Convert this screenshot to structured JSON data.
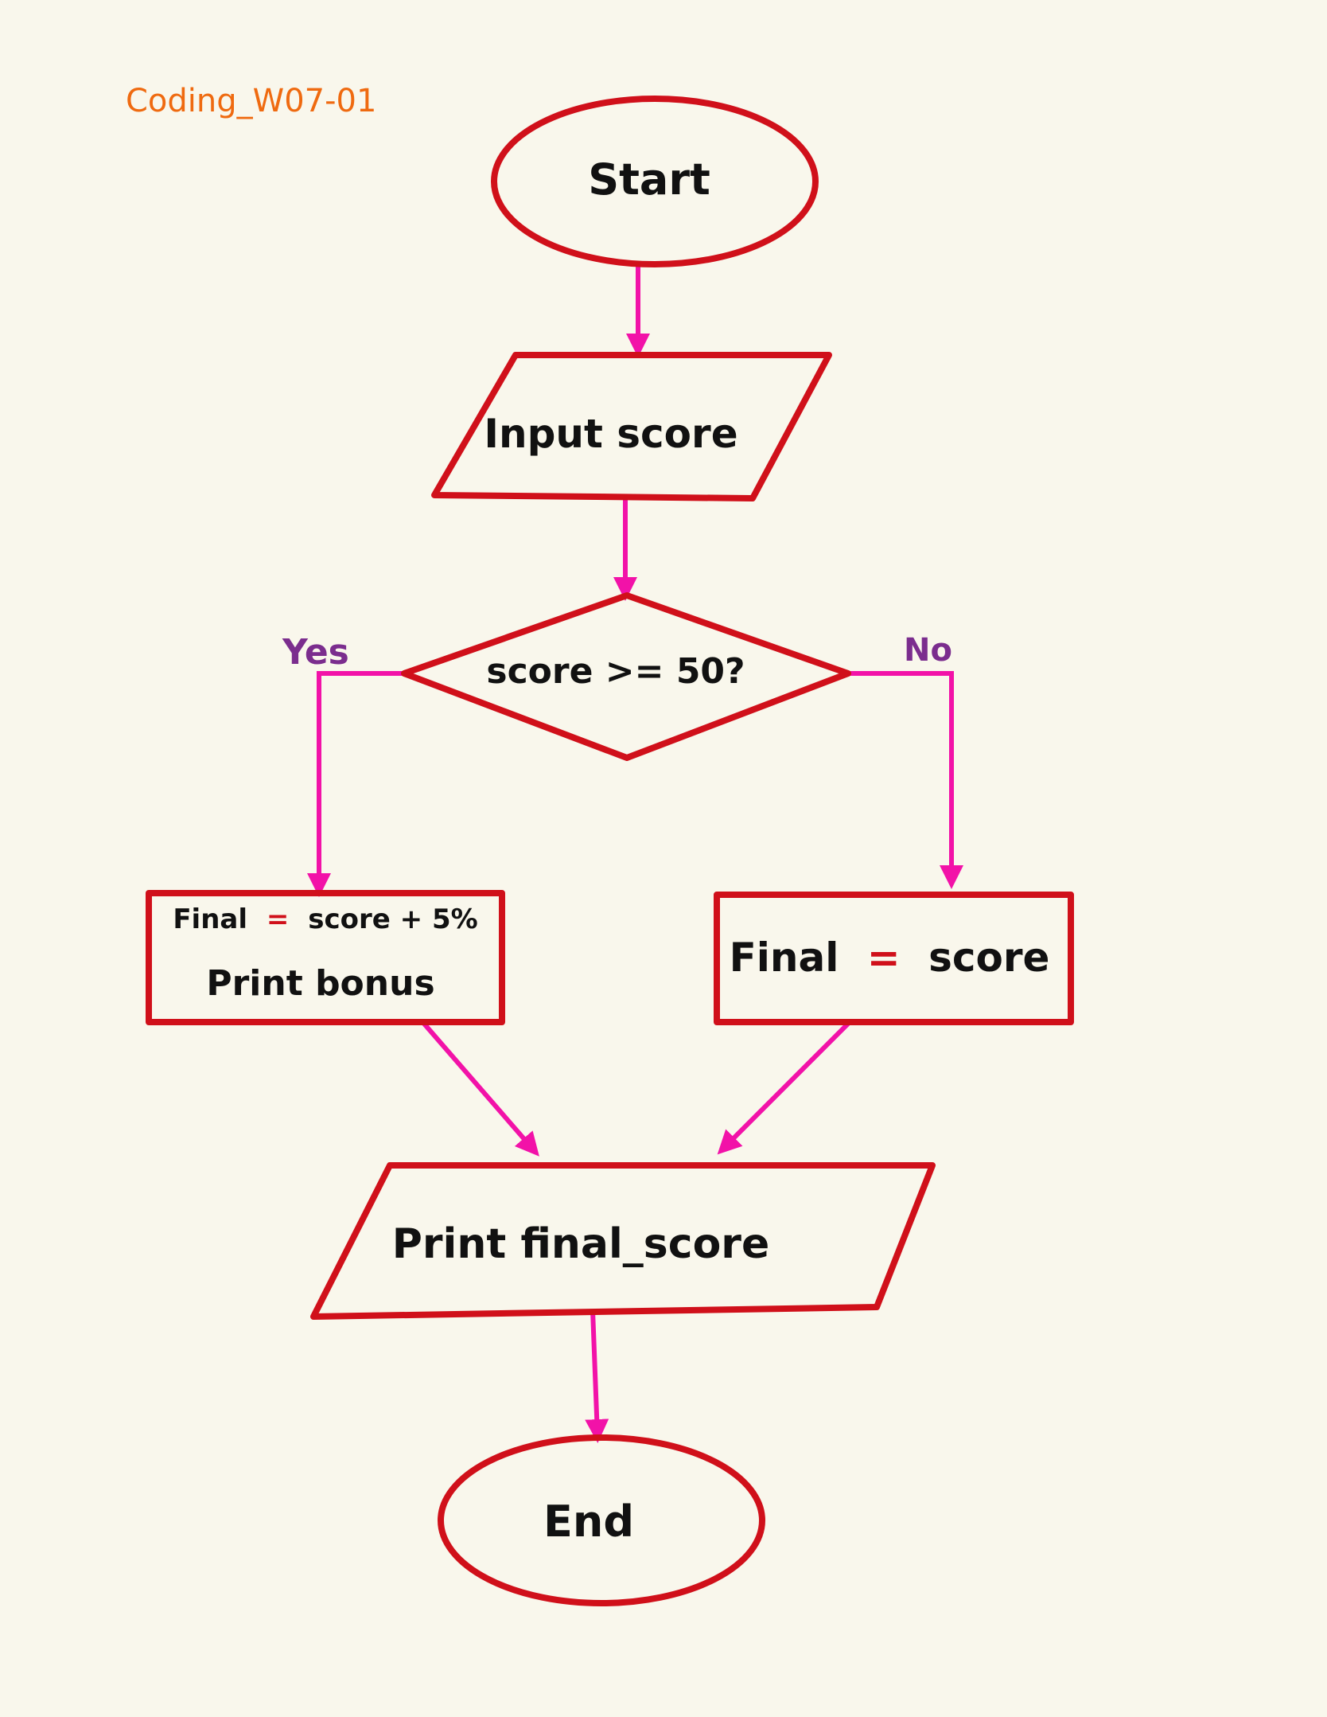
{
  "document": {
    "tag": "Coding_W07-01"
  },
  "colors": {
    "shape_stroke": "#d0101a",
    "arrow": "#f212a8",
    "branch_label": "#7b2d8e",
    "tag": "#ef6a10",
    "text": "#111111",
    "background": "#f9f7ec"
  },
  "flowchart": {
    "start": "Start",
    "input": "Input score",
    "decision": "score >= 50?",
    "yes_label": "Yes",
    "no_label": "No",
    "yes_line1_a": "Final",
    "yes_line1_eq": "=",
    "yes_line1_b": "score + 5%",
    "yes_line2": "Print bonus",
    "no_a": "Final",
    "no_eq": "=",
    "no_b": "score",
    "output": "Print final_score",
    "end": "End"
  }
}
